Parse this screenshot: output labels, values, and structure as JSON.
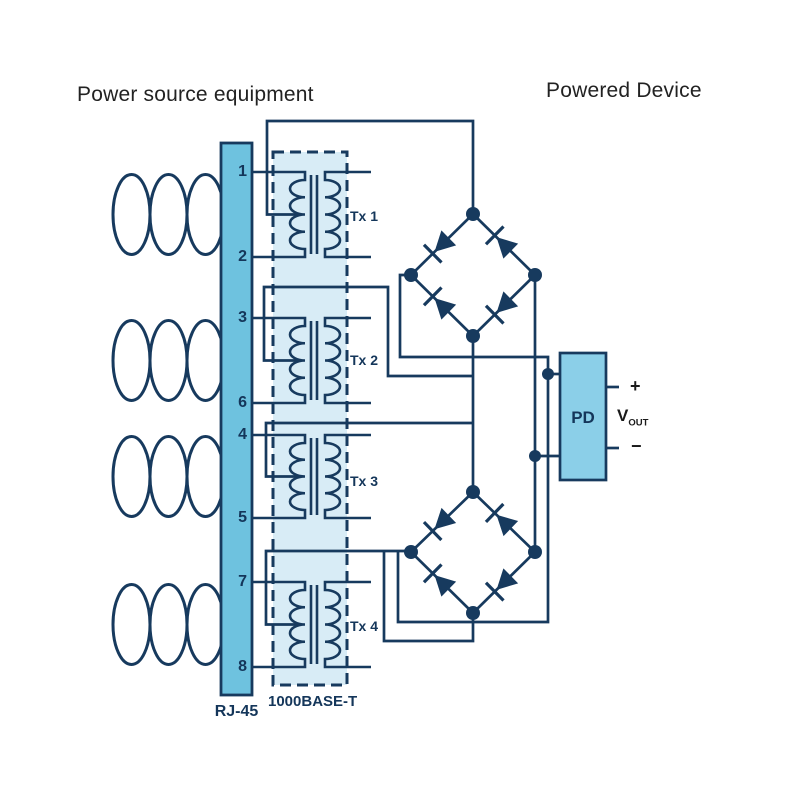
{
  "titles": {
    "left": "Power source equipment",
    "right": "Powered Device"
  },
  "connector": {
    "name": "RJ-45",
    "pins": [
      "1",
      "2",
      "3",
      "6",
      "4",
      "5",
      "7",
      "8"
    ]
  },
  "phy": {
    "label": "1000BASE-T",
    "transformers": [
      "Tx 1",
      "Tx 2",
      "Tx 3",
      "Tx 4"
    ]
  },
  "pd": {
    "label": "PD",
    "output": {
      "plus": "+",
      "minus": "−",
      "v": "V",
      "v_sub": "OUT"
    }
  },
  "colors": {
    "wire": "#173a5e",
    "bar_fill": "#6ec2df",
    "box_fill": "#d8ecf6",
    "pd_fill": "#8bcfe8",
    "title_text": "#222222",
    "label_text": "#14365a"
  }
}
